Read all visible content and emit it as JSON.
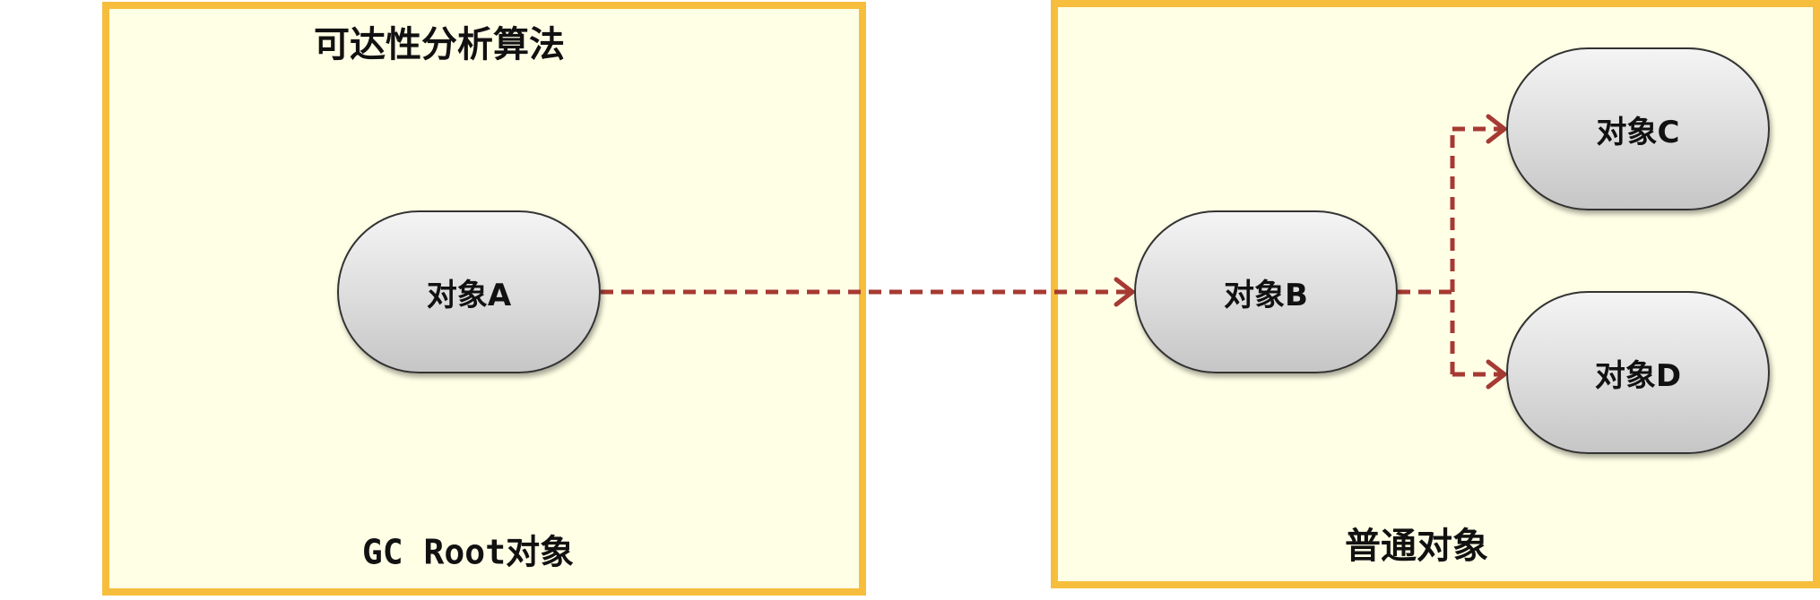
{
  "diagram": {
    "title": "可达性分析算法",
    "left_panel": {
      "caption": "GC Root对象"
    },
    "right_panel": {
      "caption": "普通对象"
    },
    "nodes": {
      "a": "对象A",
      "b": "对象B",
      "c": "对象C",
      "d": "对象D"
    },
    "edges": [
      {
        "from": "对象A",
        "to": "对象B"
      },
      {
        "from": "对象B",
        "to": "对象C"
      },
      {
        "from": "对象B",
        "to": "对象D"
      }
    ],
    "colors": {
      "panel_fill": "#ffffe6",
      "panel_border": "#f6be3c",
      "edge": "#a63a32",
      "node_border": "#333333"
    }
  }
}
